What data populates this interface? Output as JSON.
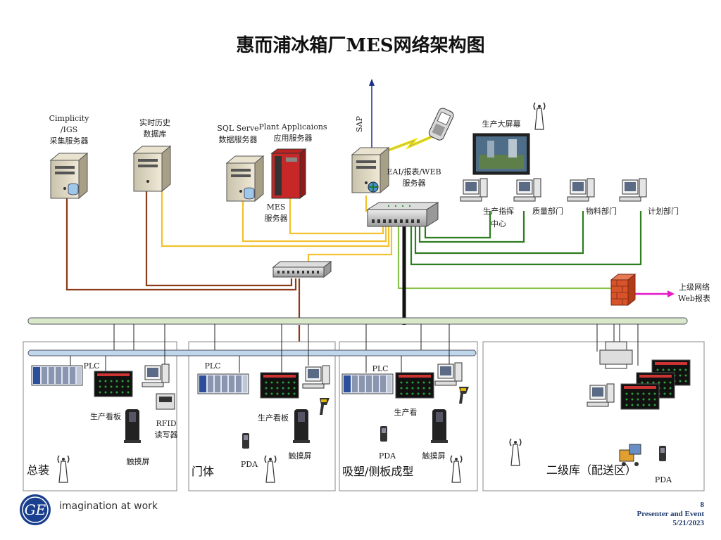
{
  "title": "惠而浦冰箱厂MES网络架构图",
  "servers": {
    "cimplicity": [
      "Cimplicity",
      "/IGS",
      "采集服务器"
    ],
    "historian": [
      "实时历史",
      "数据库"
    ],
    "sql": [
      "SQL Serve",
      "数据服务器"
    ],
    "plant_app": [
      "Plant Applicaions",
      "应用服务器"
    ],
    "mes": [
      "MES",
      "服务器"
    ],
    "eai": [
      "EAI/报表/WEB",
      "服务器"
    ],
    "sap": "SAP"
  },
  "departments": {
    "big_screen": "生产大屏幕",
    "control_center": [
      "生产指挥",
      "中心"
    ],
    "quality": "质量部门",
    "logistics": "物料部门",
    "planning": "计划部门"
  },
  "external": [
    "上级网络",
    "Web报表"
  ],
  "zones": {
    "assembly": {
      "name": "总装",
      "plc": "PLC",
      "board": "生产看板",
      "rfid": [
        "RFID",
        "读写器"
      ],
      "touch": "触摸屏"
    },
    "door": {
      "name": "门体",
      "plc": "PLC",
      "board": "生产看板",
      "pda": "PDA",
      "touch": "触摸屏"
    },
    "molding": {
      "name": "吸塑/侧板成型",
      "plc": "PLC",
      "board": "生产看",
      "pda": "PDA",
      "touch": "触摸屏"
    },
    "warehouse": {
      "name": "二级库（配送区）",
      "pda": "PDA"
    }
  },
  "footer": {
    "brand_text": "imagination at work",
    "logo_icon": "ge-logo-icon",
    "page_number": "8",
    "presenter": "Presenter and Event",
    "date": "5/21/2023"
  },
  "colors": {
    "brown": "#8B3A1A",
    "yellow": "#F2C12E",
    "green": "#2E7D1F",
    "light_green": "#8BC34A",
    "magenta": "#E619C8",
    "bus_blue": "#BFD7EA",
    "bus_green": "#D8E8C8"
  }
}
